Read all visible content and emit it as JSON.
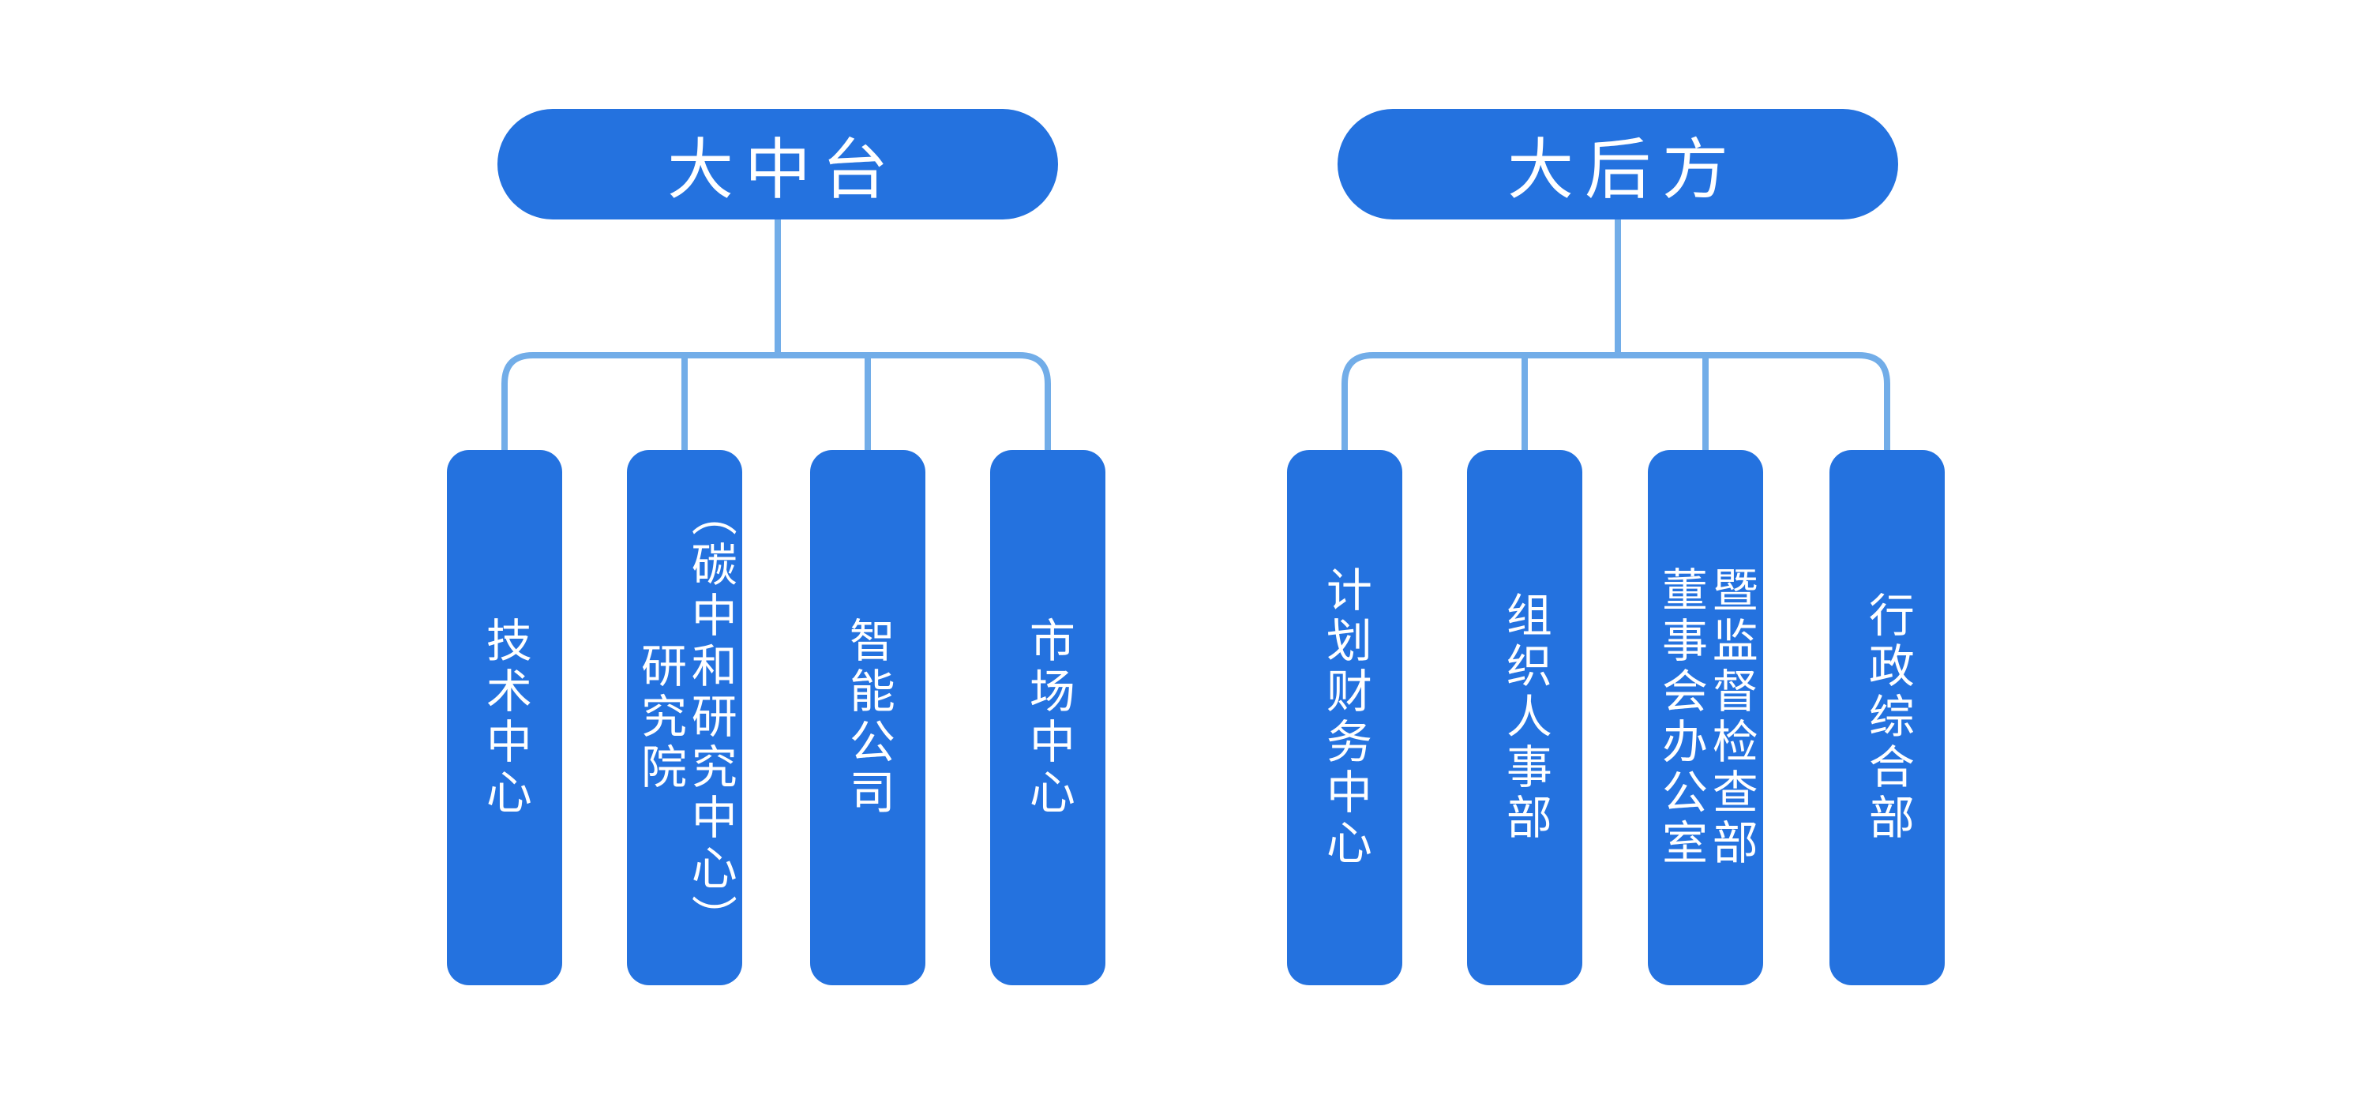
{
  "colors": {
    "node_fill": "#2472DF",
    "node_text": "#FFFFFF",
    "connector": "#72ADE8",
    "page_bg": "#FFFFFF"
  },
  "groups": [
    {
      "parent": {
        "label": "大中台"
      },
      "children": [
        {
          "lines": [
            "技术中心"
          ]
        },
        {
          "lines": [
            "研究院",
            "（碳中和研究中心）"
          ]
        },
        {
          "lines": [
            "智能公司"
          ]
        },
        {
          "lines": [
            "市场中心"
          ]
        }
      ]
    },
    {
      "parent": {
        "label": "大后方"
      },
      "children": [
        {
          "lines": [
            "计划财务中心"
          ]
        },
        {
          "lines": [
            "组织人事部"
          ]
        },
        {
          "lines": [
            "董事会办公室",
            "暨监督检查部"
          ]
        },
        {
          "lines": [
            "行政综合部"
          ]
        }
      ]
    }
  ]
}
